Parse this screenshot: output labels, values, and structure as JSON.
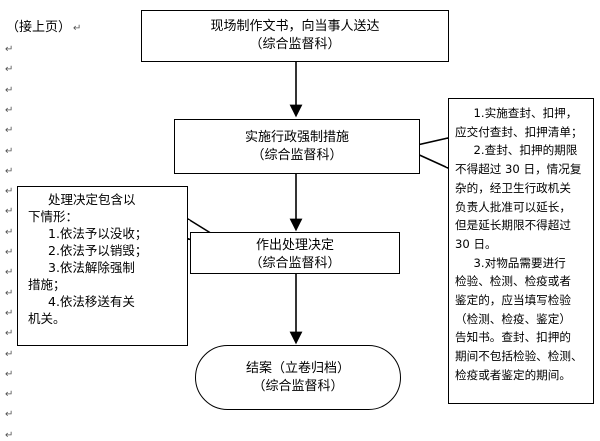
{
  "continued_label": "（接上页）",
  "steps": [
    {
      "title": "现场制作文书，向当事人送达",
      "dept": "（综合监督科）"
    },
    {
      "title": "实施行政强制措施",
      "dept": "（综合监督科）"
    },
    {
      "title": "作出处理决定",
      "dept": "（综合监督科）"
    },
    {
      "title": "结案（立卷归档）",
      "dept": "（综合监督科）"
    }
  ],
  "left_note": {
    "lines": [
      "处理决定包含以",
      "下情形：",
      "1.依法予以没收；",
      "2.依法予以销毁；",
      "3.依法解除强制",
      "措施；",
      "4.依法移送有关",
      "机关。"
    ]
  },
  "right_note": {
    "lines": [
      "1.实施查封、扣押，",
      "应交付查封、扣押清单；",
      "2.查封、扣押的期限",
      "不得超过 30 日，情况复",
      "杂的，经卫生行政机关",
      "负责人批准可以延长，",
      "但是延长期限不得超过",
      "30 日。",
      "3.对物品需要进行",
      "检验、检测、检疫或者",
      "鉴定的，应当填写检验",
      "（检测、检疫、鉴定）",
      "告知书。查封、扣押的",
      "期间不包括检验、检测、",
      "检疫或者鉴定的期间。"
    ]
  },
  "paragraph_mark": "↵"
}
